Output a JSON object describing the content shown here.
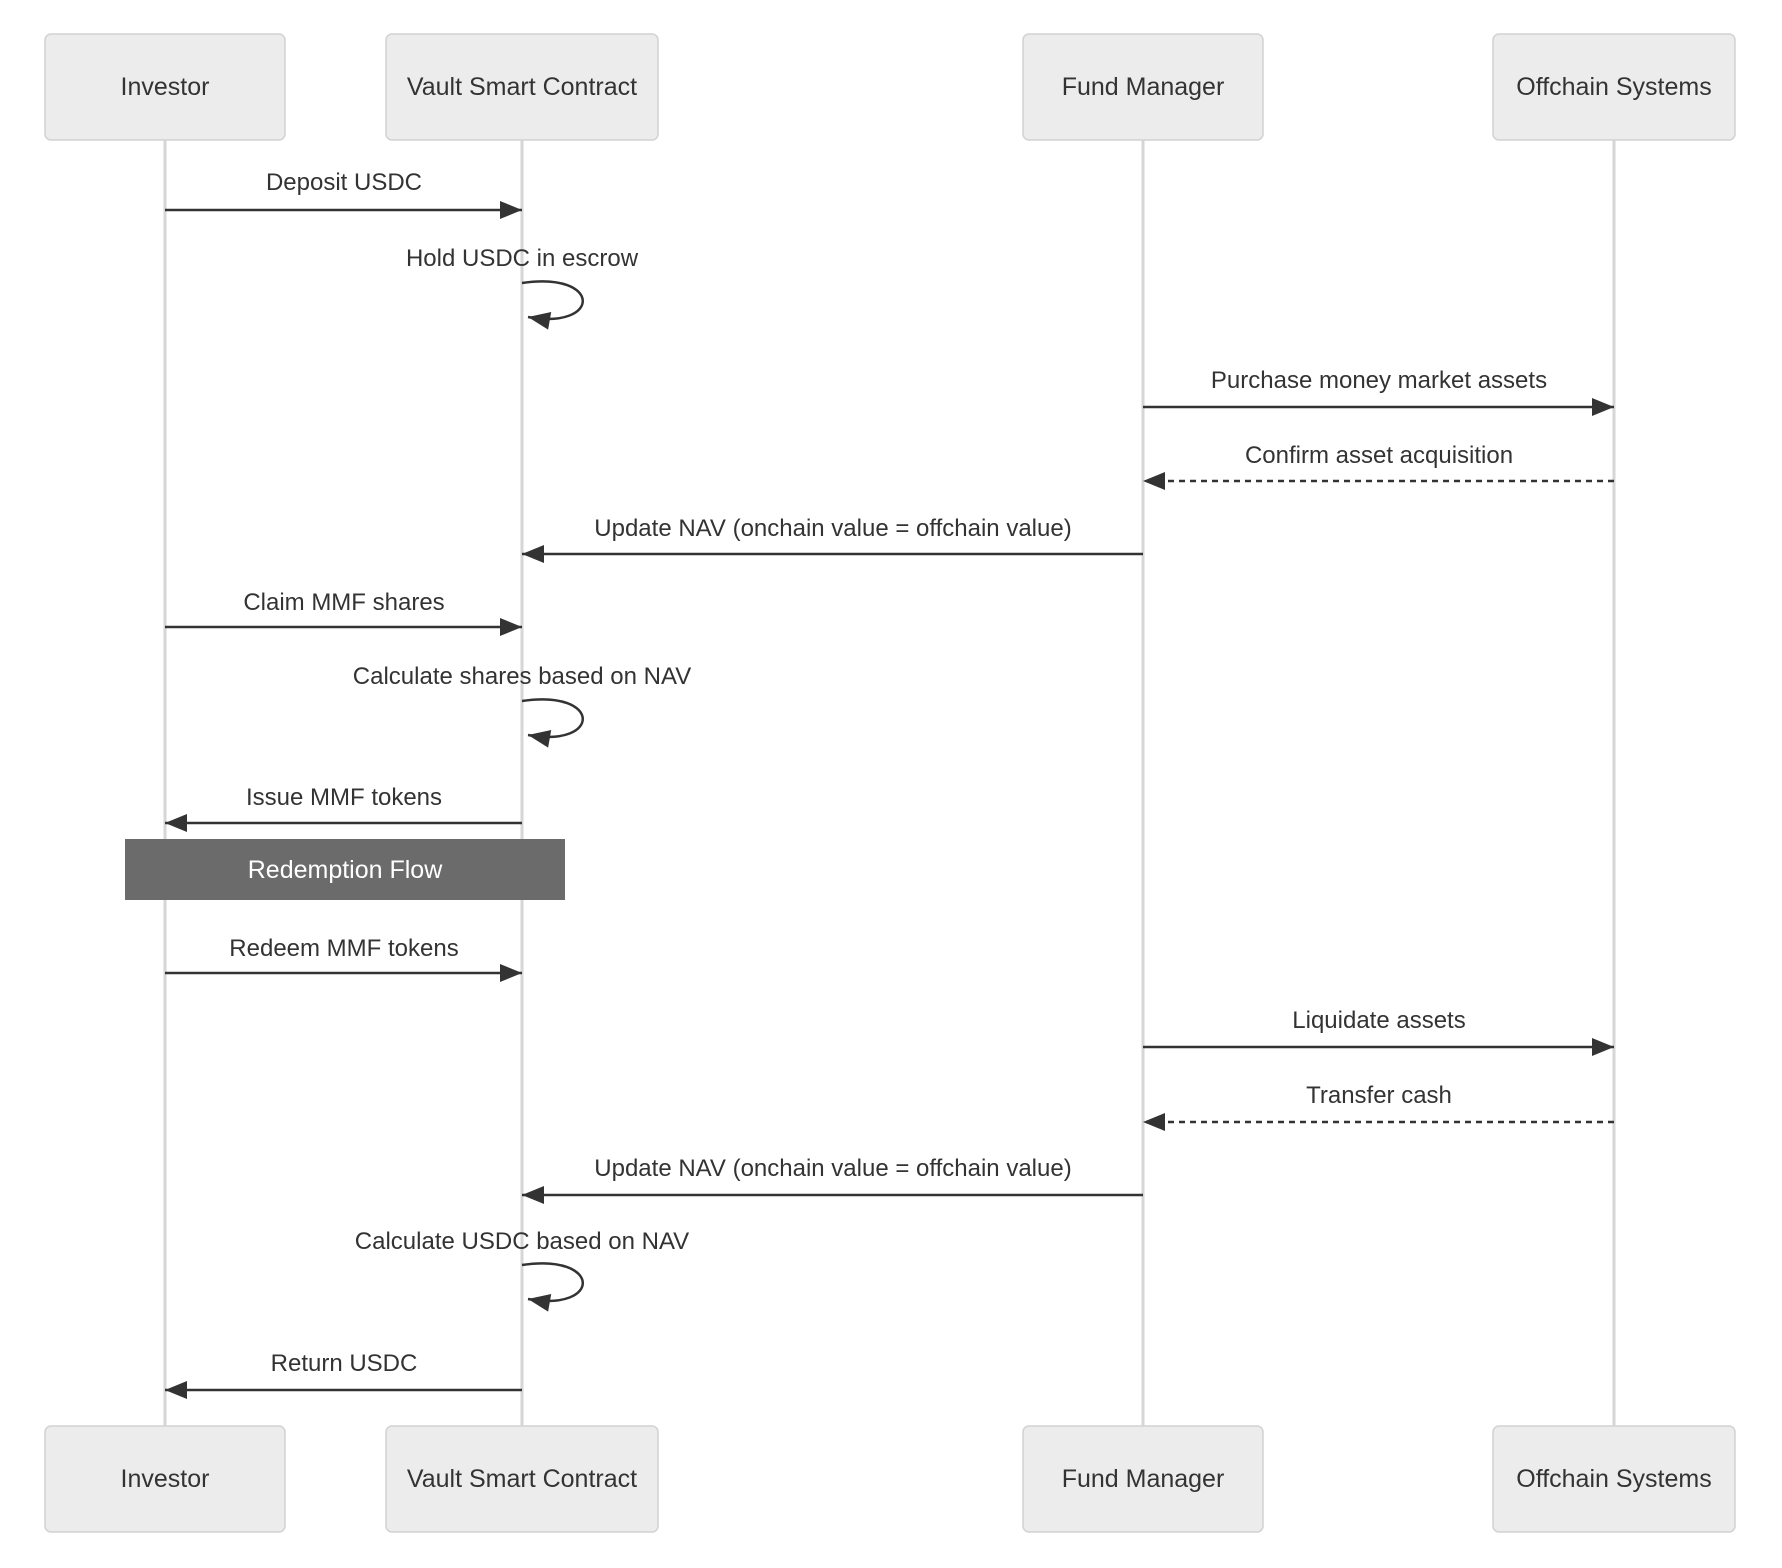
{
  "diagram_type": "sequence",
  "actors": [
    {
      "id": "investor",
      "label": "Investor"
    },
    {
      "id": "vault",
      "label": "Vault Smart Contract"
    },
    {
      "id": "fund-manager",
      "label": "Fund Manager"
    },
    {
      "id": "offchain",
      "label": "Offchain Systems"
    }
  ],
  "messages": [
    {
      "from": "Investor",
      "to": "Vault Smart Contract",
      "label": "Deposit USDC",
      "style": "solid"
    },
    {
      "from": "Vault Smart Contract",
      "to": "Vault Smart Contract",
      "label": "Hold USDC in escrow",
      "style": "self"
    },
    {
      "from": "Fund Manager",
      "to": "Offchain Systems",
      "label": "Purchase money market assets",
      "style": "solid"
    },
    {
      "from": "Offchain Systems",
      "to": "Fund Manager",
      "label": "Confirm asset acquisition",
      "style": "dashed"
    },
    {
      "from": "Fund Manager",
      "to": "Vault Smart Contract",
      "label": "Update NAV (onchain value = offchain value)",
      "style": "solid"
    },
    {
      "from": "Investor",
      "to": "Vault Smart Contract",
      "label": "Claim MMF shares",
      "style": "solid"
    },
    {
      "from": "Vault Smart Contract",
      "to": "Vault Smart Contract",
      "label": "Calculate shares based on NAV",
      "style": "self"
    },
    {
      "from": "Vault Smart Contract",
      "to": "Investor",
      "label": "Issue MMF tokens",
      "style": "solid"
    },
    {
      "from": "Investor",
      "to": "Vault Smart Contract",
      "label": "Redeem MMF tokens",
      "style": "solid"
    },
    {
      "from": "Fund Manager",
      "to": "Offchain Systems",
      "label": "Liquidate assets",
      "style": "solid"
    },
    {
      "from": "Offchain Systems",
      "to": "Fund Manager",
      "label": "Transfer cash",
      "style": "dashed"
    },
    {
      "from": "Fund Manager",
      "to": "Vault Smart Contract",
      "label": "Update NAV (onchain value = offchain value)",
      "style": "solid"
    },
    {
      "from": "Vault Smart Contract",
      "to": "Vault Smart Contract",
      "label": "Calculate USDC based on NAV",
      "style": "self"
    },
    {
      "from": "Vault Smart Contract",
      "to": "Investor",
      "label": "Return USDC",
      "style": "solid"
    }
  ],
  "divider": {
    "label": "Redemption Flow"
  },
  "colors": {
    "background": "#ffffff",
    "actor_fill": "#ececec",
    "actor_border": "#d2d2d2",
    "lifeline": "#d6d6d6",
    "message_line": "#333333",
    "text": "#333333",
    "divider_fill": "#6b6b6b",
    "divider_text": "#ffffff"
  }
}
